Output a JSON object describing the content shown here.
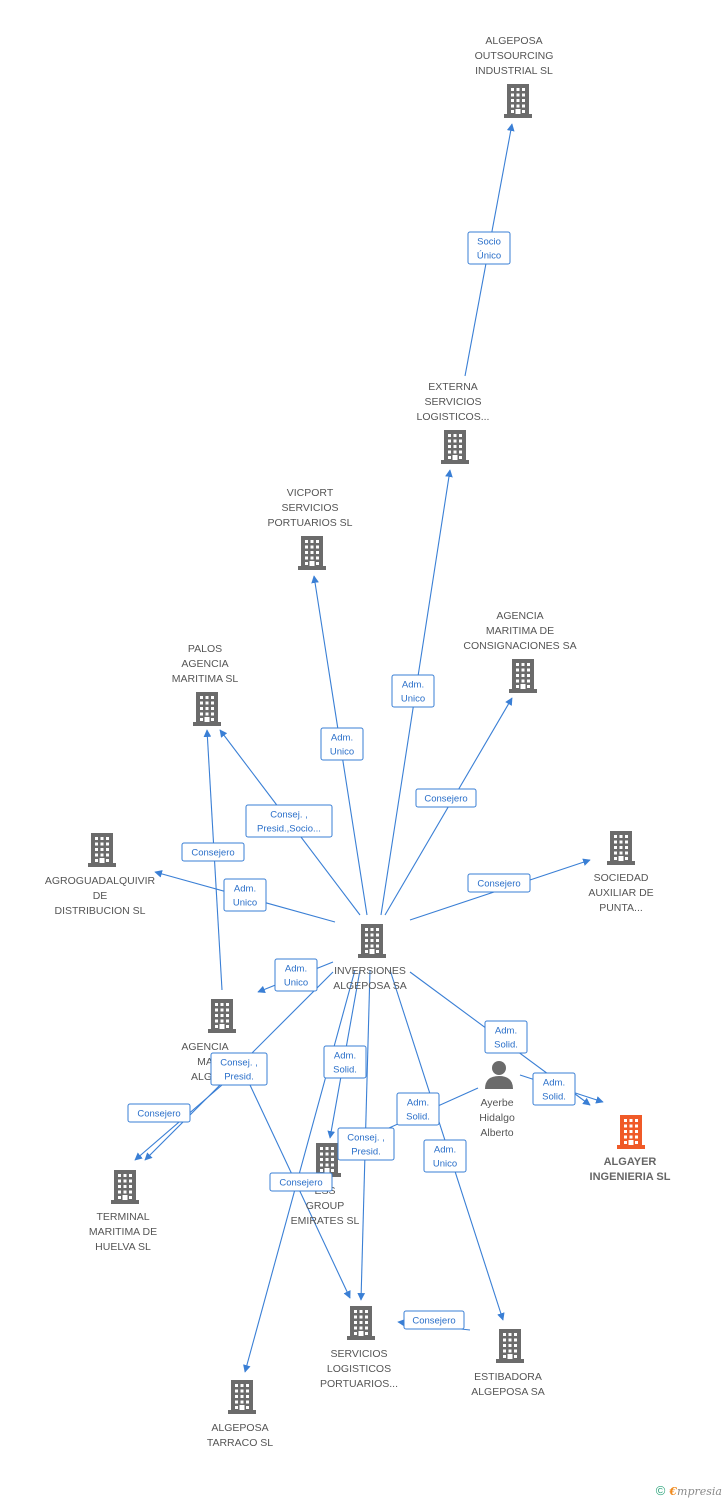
{
  "colors": {
    "edge": "#3a7fd5",
    "company": "#6b6b6b",
    "highlight": "#f05a28",
    "person": "#6b6b6b"
  },
  "nodes": [
    {
      "id": "algeposa_outs",
      "type": "company",
      "lines": [
        "ALGEPOSA",
        "OUTSOURCING",
        "INDUSTRIAL SL"
      ]
    },
    {
      "id": "externa",
      "type": "company",
      "lines": [
        "EXTERNA",
        "SERVICIOS",
        "LOGISTICOS..."
      ]
    },
    {
      "id": "vicport",
      "type": "company",
      "lines": [
        "VICPORT",
        "SERVICIOS",
        "PORTUARIOS SL"
      ]
    },
    {
      "id": "agencia_cons",
      "type": "company",
      "lines": [
        "AGENCIA",
        "MARITIMA DE",
        "CONSIGNACIONES SA"
      ]
    },
    {
      "id": "palos",
      "type": "company",
      "lines": [
        "PALOS",
        "AGENCIA",
        "MARITIMA SL"
      ]
    },
    {
      "id": "agroguad",
      "type": "company",
      "lines": [
        "AGROGUADALQUIVIR",
        "DE",
        "DISTRIBUCION SL"
      ]
    },
    {
      "id": "sociedad_aux",
      "type": "company",
      "lines": [
        "SOCIEDAD",
        "AUXILIAR DE",
        "PUNTA..."
      ]
    },
    {
      "id": "inversiones",
      "type": "company",
      "lines": [
        "INVERSIONES",
        "ALGEPOSA SA"
      ]
    },
    {
      "id": "agencia_mar",
      "type": "company",
      "lines": [
        "AGENCIA",
        "MA",
        "ALGE"
      ]
    },
    {
      "id": "ayerbe",
      "type": "person",
      "lines": [
        "Ayerbe",
        "Hidalgo",
        "Alberto"
      ]
    },
    {
      "id": "algayer",
      "type": "highlight",
      "lines": [
        "ALGAYER",
        "INGENIERIA SL"
      ]
    },
    {
      "id": "terminal",
      "type": "company",
      "lines": [
        "TERMINAL",
        "MARITIMA DE",
        "HUELVA SL"
      ]
    },
    {
      "id": "express",
      "type": "company",
      "lines": [
        "ESS",
        "GROUP",
        "EMIRATES SL"
      ]
    },
    {
      "id": "servicios_log",
      "type": "company",
      "lines": [
        "SERVICIOS",
        "LOGISTICOS",
        "PORTUARIOS..."
      ]
    },
    {
      "id": "estibadora",
      "type": "company",
      "lines": [
        "ESTIBADORA",
        "ALGEPOSA SA"
      ]
    },
    {
      "id": "tarraco",
      "type": "company",
      "lines": [
        "ALGEPOSA",
        "TARRACO SL"
      ]
    }
  ],
  "edges": [
    {
      "id": "e1",
      "label": [
        "Socio",
        "Único"
      ]
    },
    {
      "id": "e2",
      "label": [
        "Adm.",
        "Unico"
      ]
    },
    {
      "id": "e3",
      "label": [
        "Adm.",
        "Unico"
      ]
    },
    {
      "id": "e4",
      "label": [
        "Consejero"
      ]
    },
    {
      "id": "e5",
      "label": [
        "Consej. ,",
        "Presid.,Socio..."
      ]
    },
    {
      "id": "e6",
      "label": [
        "Consejero"
      ]
    },
    {
      "id": "e7",
      "label": [
        "Adm.",
        "Unico"
      ]
    },
    {
      "id": "e8",
      "label": [
        "Consejero"
      ]
    },
    {
      "id": "e9",
      "label": [
        "Adm.",
        "Unico"
      ]
    },
    {
      "id": "e10",
      "label": [
        "Adm.",
        "Solid."
      ]
    },
    {
      "id": "e11",
      "label": [
        "Adm.",
        "Solid."
      ]
    },
    {
      "id": "e12",
      "label": [
        "Consej. ,",
        "Presid."
      ]
    },
    {
      "id": "e13",
      "label": [
        "Consejero"
      ]
    },
    {
      "id": "e14",
      "label": [
        "Adm.",
        "Solid."
      ]
    },
    {
      "id": "e15",
      "label": [
        "Adm.",
        "Solid."
      ]
    },
    {
      "id": "e16",
      "label": [
        "Consej. ,",
        "Presid."
      ]
    },
    {
      "id": "e17",
      "label": [
        "Adm.",
        "Unico"
      ]
    },
    {
      "id": "e18",
      "label": [
        "Consejero"
      ]
    },
    {
      "id": "e19",
      "label": [
        "Consejero"
      ]
    },
    {
      "id": "e20",
      "label": [
        "Consejero"
      ]
    }
  ],
  "footer": {
    "copyright": "©",
    "brand_e": "€",
    "brand_rest": "mpresia"
  }
}
